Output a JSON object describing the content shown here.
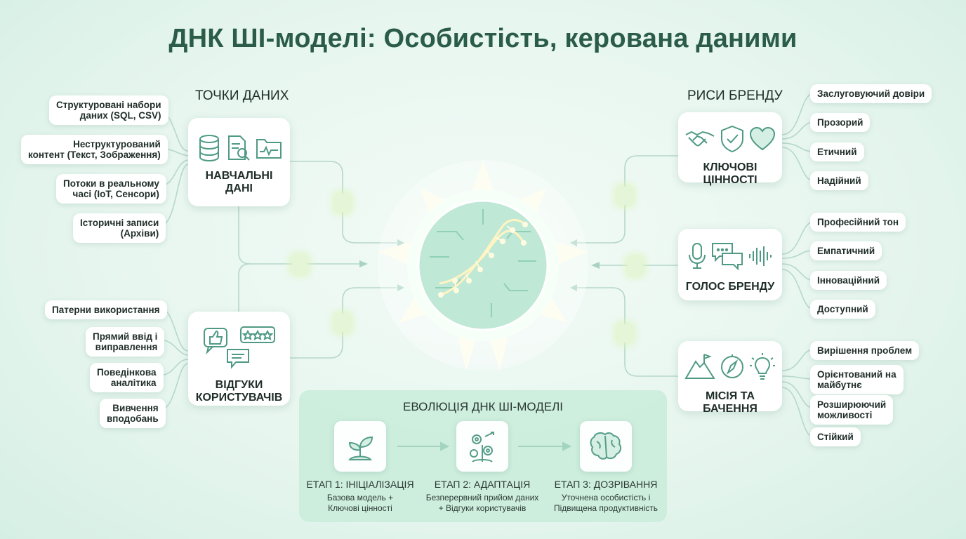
{
  "title": "ДНК ШІ-моделі: Особистість, керована даними",
  "colors": {
    "accent": "#2a5c48",
    "icon": "#4f9a84",
    "glow": "#cfeee0",
    "background": "#e7f6ef"
  },
  "data_points": {
    "heading": "ТОЧКИ ДАНИХ",
    "training": {
      "label_lines": [
        "НАВЧАЛЬНІ",
        "ДАНІ"
      ],
      "icons": [
        "database-icon",
        "document-search-icon",
        "folder-chart-icon"
      ],
      "sources": [
        {
          "lines": [
            "Структуровані набори",
            "даних (SQL, CSV)"
          ]
        },
        {
          "lines": [
            "Неструктурований",
            "контент (Текст, Зображення)"
          ]
        },
        {
          "lines": [
            "Потоки в реальному",
            "часі (IoT, Сенсори)"
          ]
        },
        {
          "lines": [
            "Історичні записи",
            "(Архіви)"
          ]
        }
      ]
    },
    "feedback": {
      "label_lines": [
        "ВІДГУКИ",
        "КОРИСТУВАЧІВ"
      ],
      "icons": [
        "thumbs-up-icon",
        "rating-stars-icon",
        "chat-icon"
      ],
      "sources": [
        {
          "lines": [
            "Патерни використання"
          ]
        },
        {
          "lines": [
            "Прямий ввід і",
            "виправлення"
          ]
        },
        {
          "lines": [
            "Поведінкова",
            "аналітика"
          ]
        },
        {
          "lines": [
            "Вивчення",
            "вподобань"
          ]
        }
      ]
    }
  },
  "brand_traits": {
    "heading": "РИСИ БРЕНДУ",
    "values": {
      "label": "КЛЮЧОВІ ЦІННОСТІ",
      "icons": [
        "handshake-icon",
        "shield-check-icon",
        "heart-icon"
      ],
      "traits": [
        "Заслуговуючий довіри",
        "Прозорий",
        "Етичний",
        "Надійний"
      ]
    },
    "voice": {
      "label": "ГОЛОС БРЕНДУ",
      "icons": [
        "microphone-icon",
        "speech-bubbles-icon",
        "sound-wave-icon"
      ],
      "traits": [
        "Професійний тон",
        "Емпатичний",
        "Інноваційний",
        "Доступний"
      ]
    },
    "mission": {
      "label": "МІСІЯ ТА БАЧЕННЯ",
      "icons": [
        "mountain-flag-icon",
        "compass-icon",
        "lightbulb-icon"
      ],
      "traits": [
        {
          "lines": [
            "Вирішення проблем"
          ]
        },
        {
          "lines": [
            "Орієнтований на",
            "майбутнє"
          ]
        },
        {
          "lines": [
            "Розширюючий",
            "можливості"
          ]
        },
        {
          "lines": [
            "Стійкий"
          ]
        }
      ]
    }
  },
  "evolution": {
    "heading": "ЕВОЛЮЦІЯ ДНК ШІ-МОДЕЛІ",
    "stages": [
      {
        "title": "ЕТАП 1: ІНІЦІАЛІЗАЦІЯ",
        "desc": [
          "Базова модель +",
          "Ключові цінності"
        ],
        "icon": "sprout-icon"
      },
      {
        "title": "ЕТАП 2: АДАПТАЦІЯ",
        "desc": [
          "Безперервний прийом даних",
          "+ Відгуки користувачів"
        ],
        "icon": "gears-growth-icon"
      },
      {
        "title": "ЕТАП 3: ДОЗРІВАННЯ",
        "desc": [
          "Уточнена особистість і",
          "Підвищена продуктивність"
        ],
        "icon": "glowing-brain-icon"
      }
    ]
  }
}
